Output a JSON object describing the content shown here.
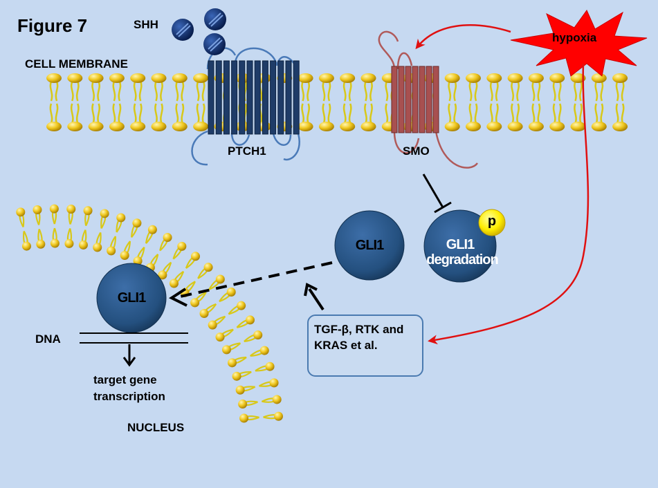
{
  "figure_label": "Figure 7",
  "labels": {
    "shh": "SHH",
    "cell_membrane": "CELL MEMBRANE",
    "ptch1": "PTCH1",
    "smo": "SMO",
    "hypoxia": "hypoxia",
    "gli1_cytoplasm": "GLI1",
    "gli1_degradation_line1": "GLI1",
    "gli1_degradation_line2": "degradation",
    "phospho": "p",
    "gli1_nucleus": "GLI1",
    "dna": "DNA",
    "target_line1": "target gene",
    "target_line2": "transcription",
    "nucleus": "NUCLEUS",
    "box_line1": "TGF-β, RTK and",
    "box_line2": "KRAS et al."
  },
  "colors": {
    "background": "#c6d9f1",
    "lipid_head": "#e8c020",
    "lipid_tail": "#e0d020",
    "ptch1": "#1f3c68",
    "smo": "#a85050",
    "hypoxia_star": "#ff0000",
    "hypoxia_arrow": "#e01010",
    "gli1_sphere": "#1f4878",
    "phospho": "#ffff00",
    "shh": "#0a2a6a"
  }
}
